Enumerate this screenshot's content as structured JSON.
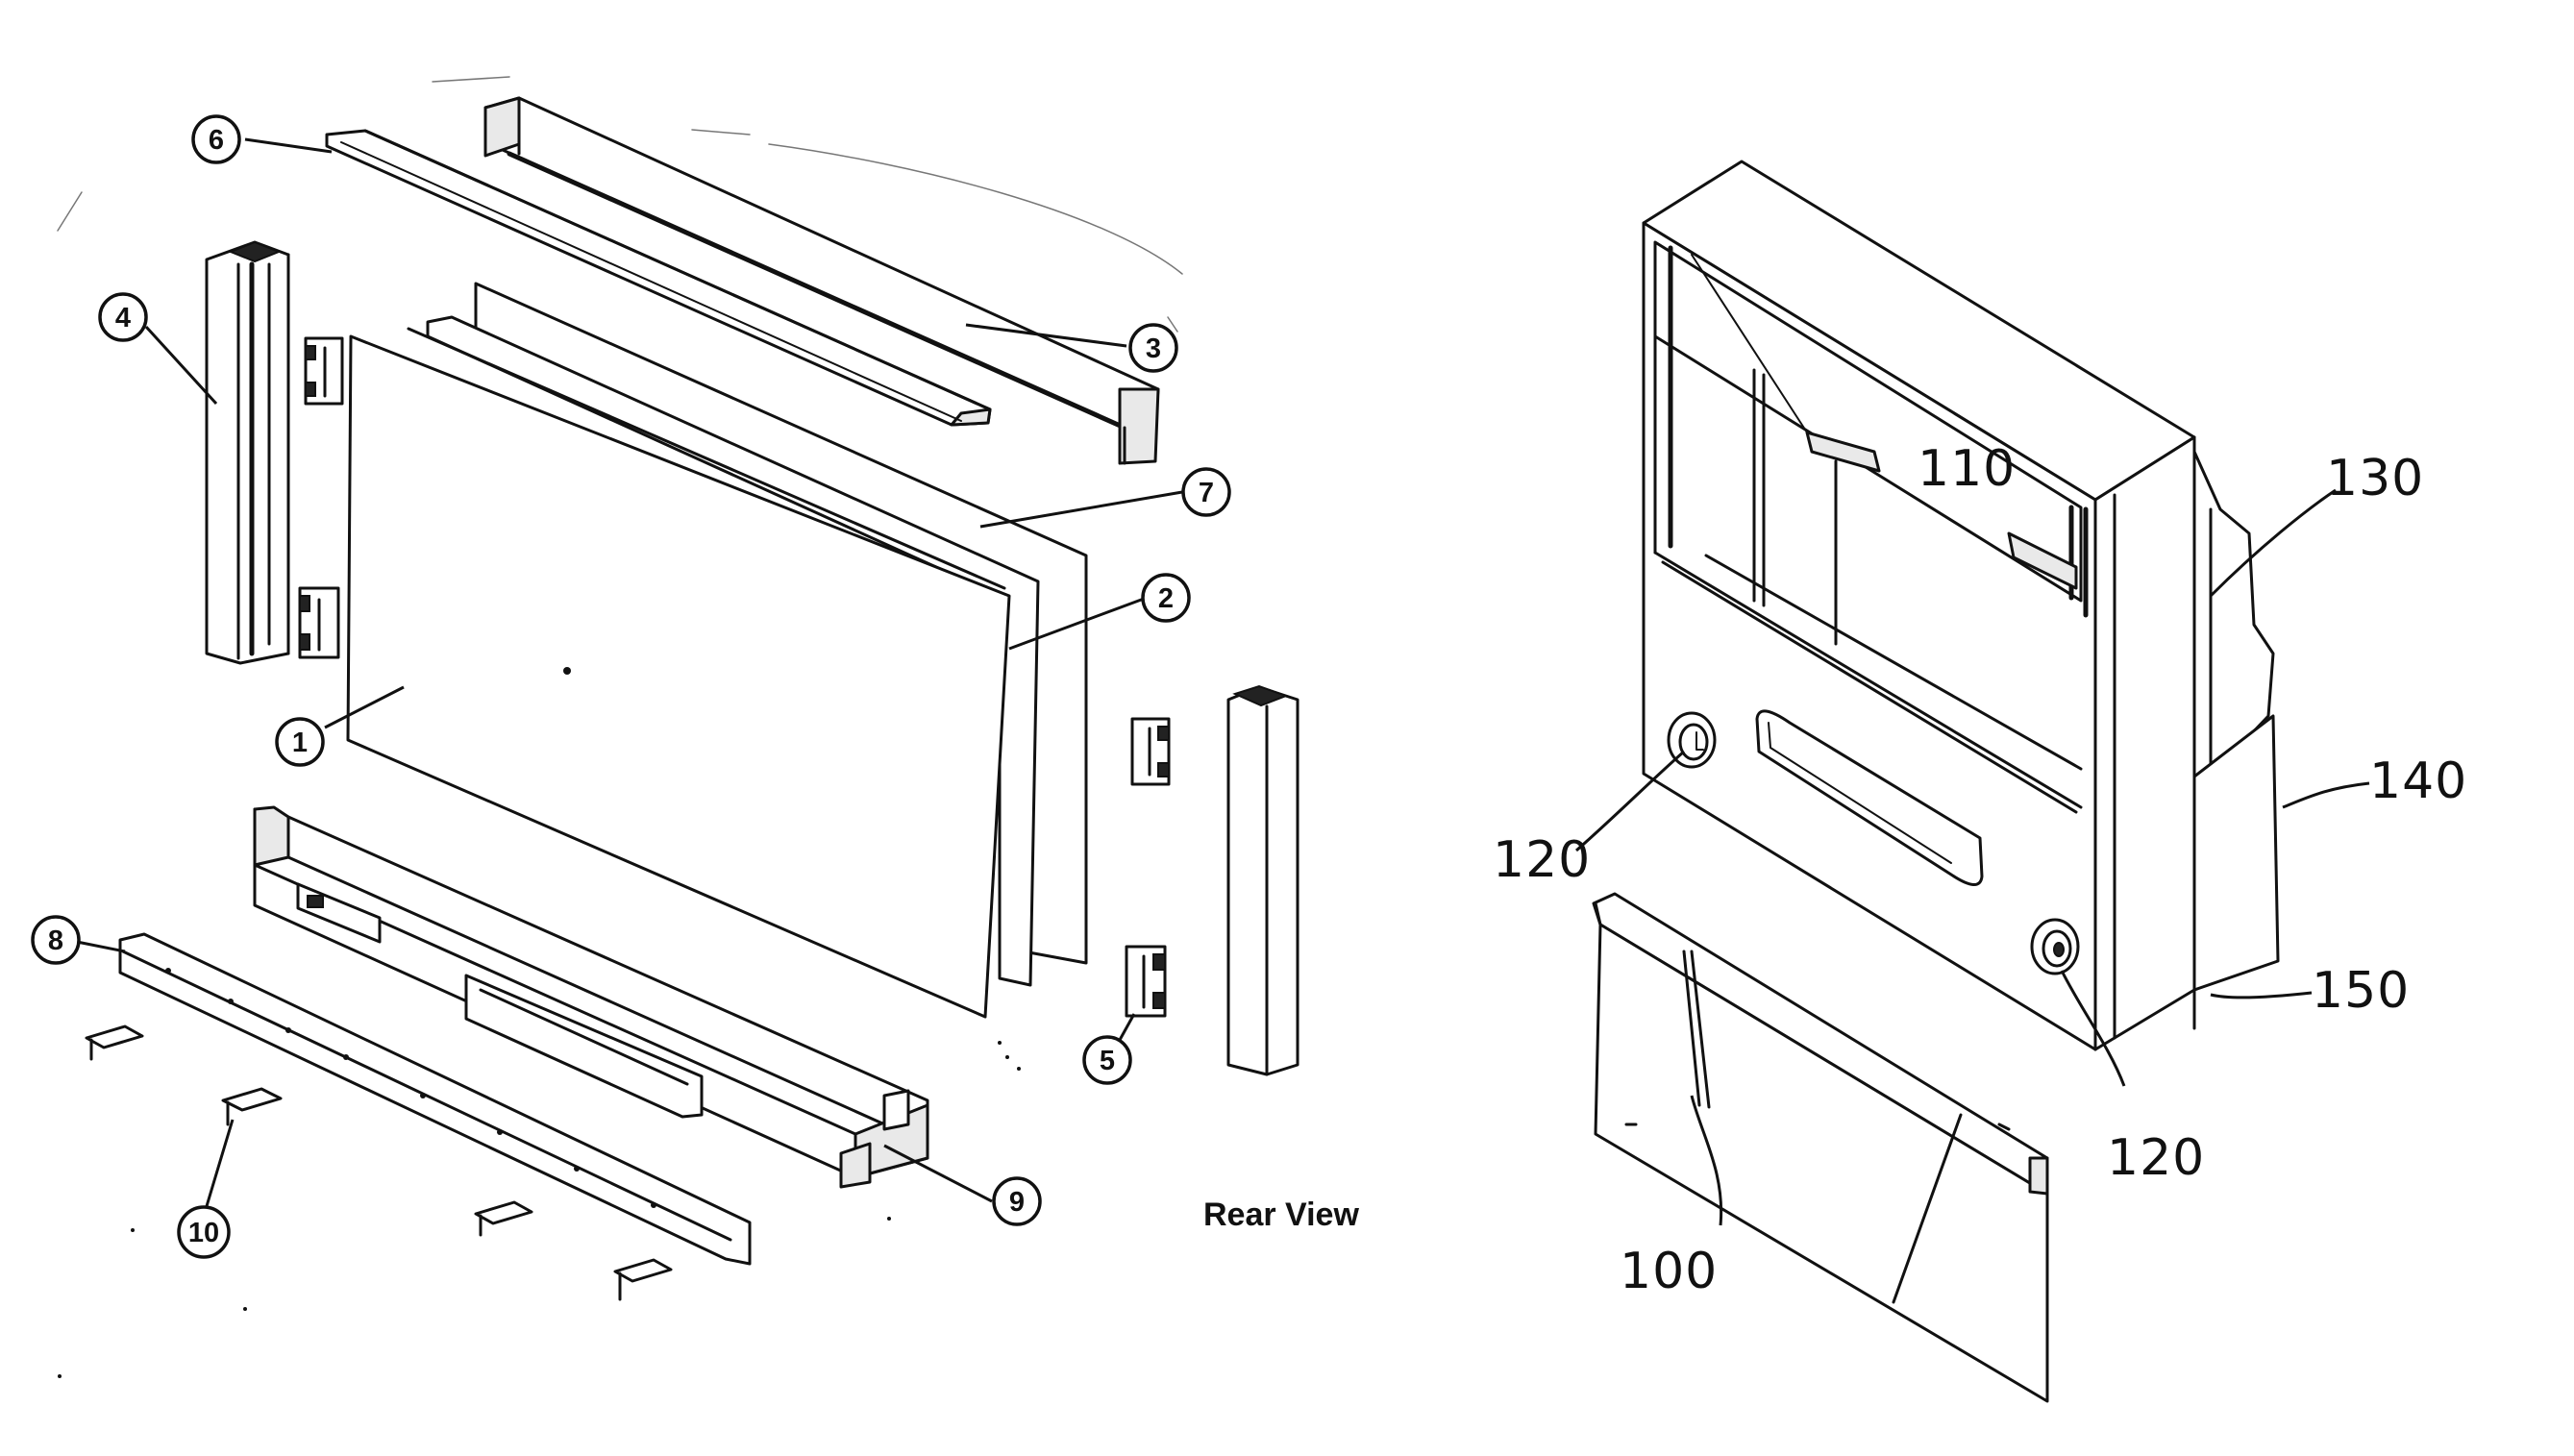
{
  "left_figure": {
    "caption": "Rear View",
    "callouts": [
      {
        "id": "c1",
        "label": "1"
      },
      {
        "id": "c2",
        "label": "2"
      },
      {
        "id": "c3",
        "label": "3"
      },
      {
        "id": "c4",
        "label": "4"
      },
      {
        "id": "c5",
        "label": "5"
      },
      {
        "id": "c6",
        "label": "6"
      },
      {
        "id": "c7",
        "label": "7"
      },
      {
        "id": "c8",
        "label": "8"
      },
      {
        "id": "c9",
        "label": "9"
      },
      {
        "id": "c10",
        "label": "10"
      }
    ]
  },
  "right_figure": {
    "labels": {
      "l100": "100",
      "l110": "110",
      "l120a": "120",
      "l120b": "120",
      "l130": "130",
      "l140": "140",
      "l150": "150"
    }
  }
}
